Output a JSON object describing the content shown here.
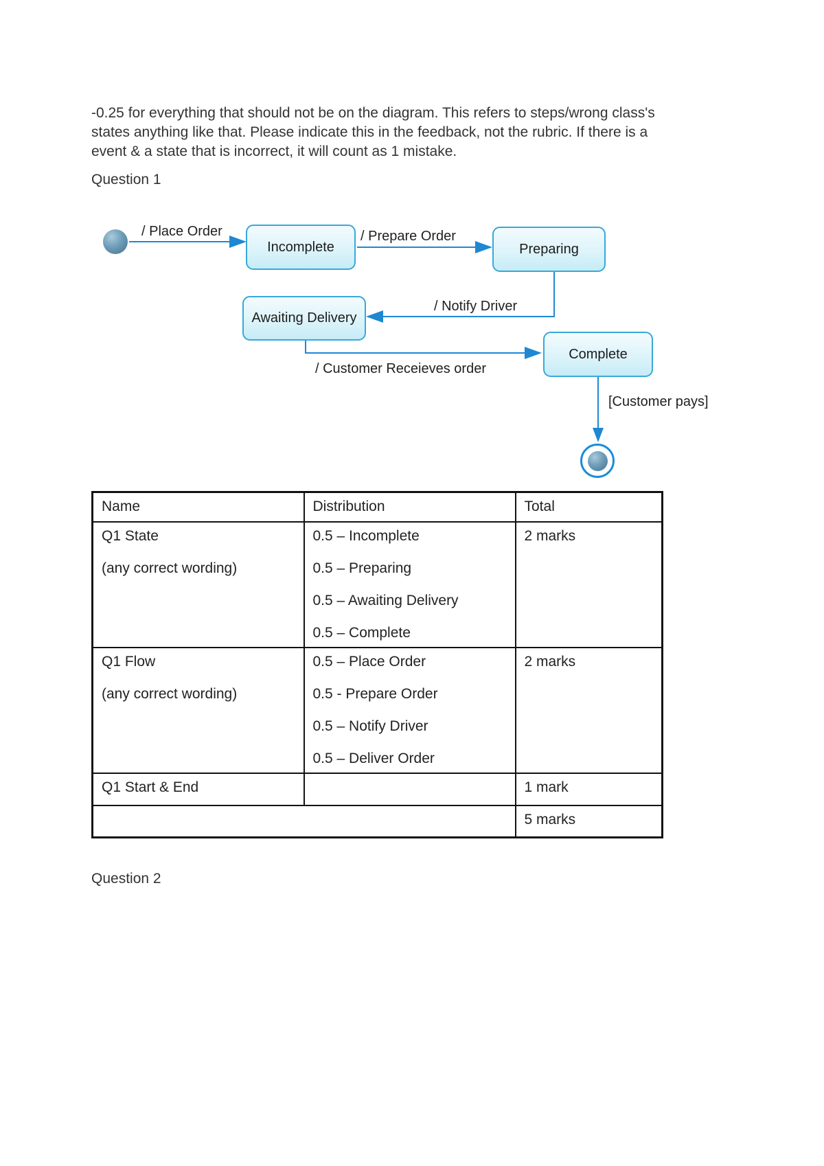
{
  "page": {
    "intro_paragraph": "-0.25 for everything that should not be on the diagram. This refers to steps/wrong class's states anything like that. Please indicate this in the feedback, not the rubric. If there is a event & a state that is incorrect, it will count as 1 mistake.",
    "question1_heading": "Question 1",
    "question2_heading": "Question 2"
  },
  "diagram": {
    "type": "uml-state-machine",
    "states": [
      {
        "id": "start",
        "kind": "initial",
        "label": ""
      },
      {
        "id": "incomplete",
        "kind": "state",
        "label": "Incomplete"
      },
      {
        "id": "preparing",
        "kind": "state",
        "label": "Preparing"
      },
      {
        "id": "awaiting_delivery",
        "kind": "state",
        "label": "Awaiting Delivery"
      },
      {
        "id": "complete",
        "kind": "state",
        "label": "Complete"
      },
      {
        "id": "end",
        "kind": "final",
        "label": ""
      }
    ],
    "transitions": [
      {
        "from": "start",
        "to": "incomplete",
        "label": "/ Place Order"
      },
      {
        "from": "incomplete",
        "to": "preparing",
        "label": "/ Prepare Order"
      },
      {
        "from": "preparing",
        "to": "awaiting_delivery",
        "label": "/ Notify Driver"
      },
      {
        "from": "awaiting_delivery",
        "to": "complete",
        "label": "/ Customer Receieves order"
      },
      {
        "from": "complete",
        "to": "end",
        "label": "[Customer pays]"
      }
    ],
    "colors": {
      "arrow": "#1e88d2",
      "state_border": "#38a8da",
      "state_fill_top": "#f3fbfe",
      "state_fill_bottom": "#c6ecf7",
      "node_fill": "#42718f"
    }
  },
  "table": {
    "headers": [
      "Name",
      "Distribution",
      "Total"
    ],
    "rows": [
      {
        "name": "Q1 State",
        "name_note": "(any correct wording)",
        "distribution": [
          "0.5 – Incomplete",
          "0.5 – Preparing",
          "0.5 – Awaiting Delivery",
          "0.5 – Complete"
        ],
        "total": "2 marks"
      },
      {
        "name": "Q1 Flow",
        "name_note": "(any correct wording)",
        "distribution": [
          "0.5 – Place Order",
          "0.5 - Prepare Order",
          "0.5 – Notify Driver",
          "0.5 – Deliver Order"
        ],
        "total": "2 marks"
      },
      {
        "name": "Q1 Start & End",
        "name_note": "",
        "distribution": [],
        "total": "1 mark"
      },
      {
        "name": "",
        "name_note": "",
        "distribution": [],
        "total": "5 marks",
        "merged": true
      }
    ]
  }
}
